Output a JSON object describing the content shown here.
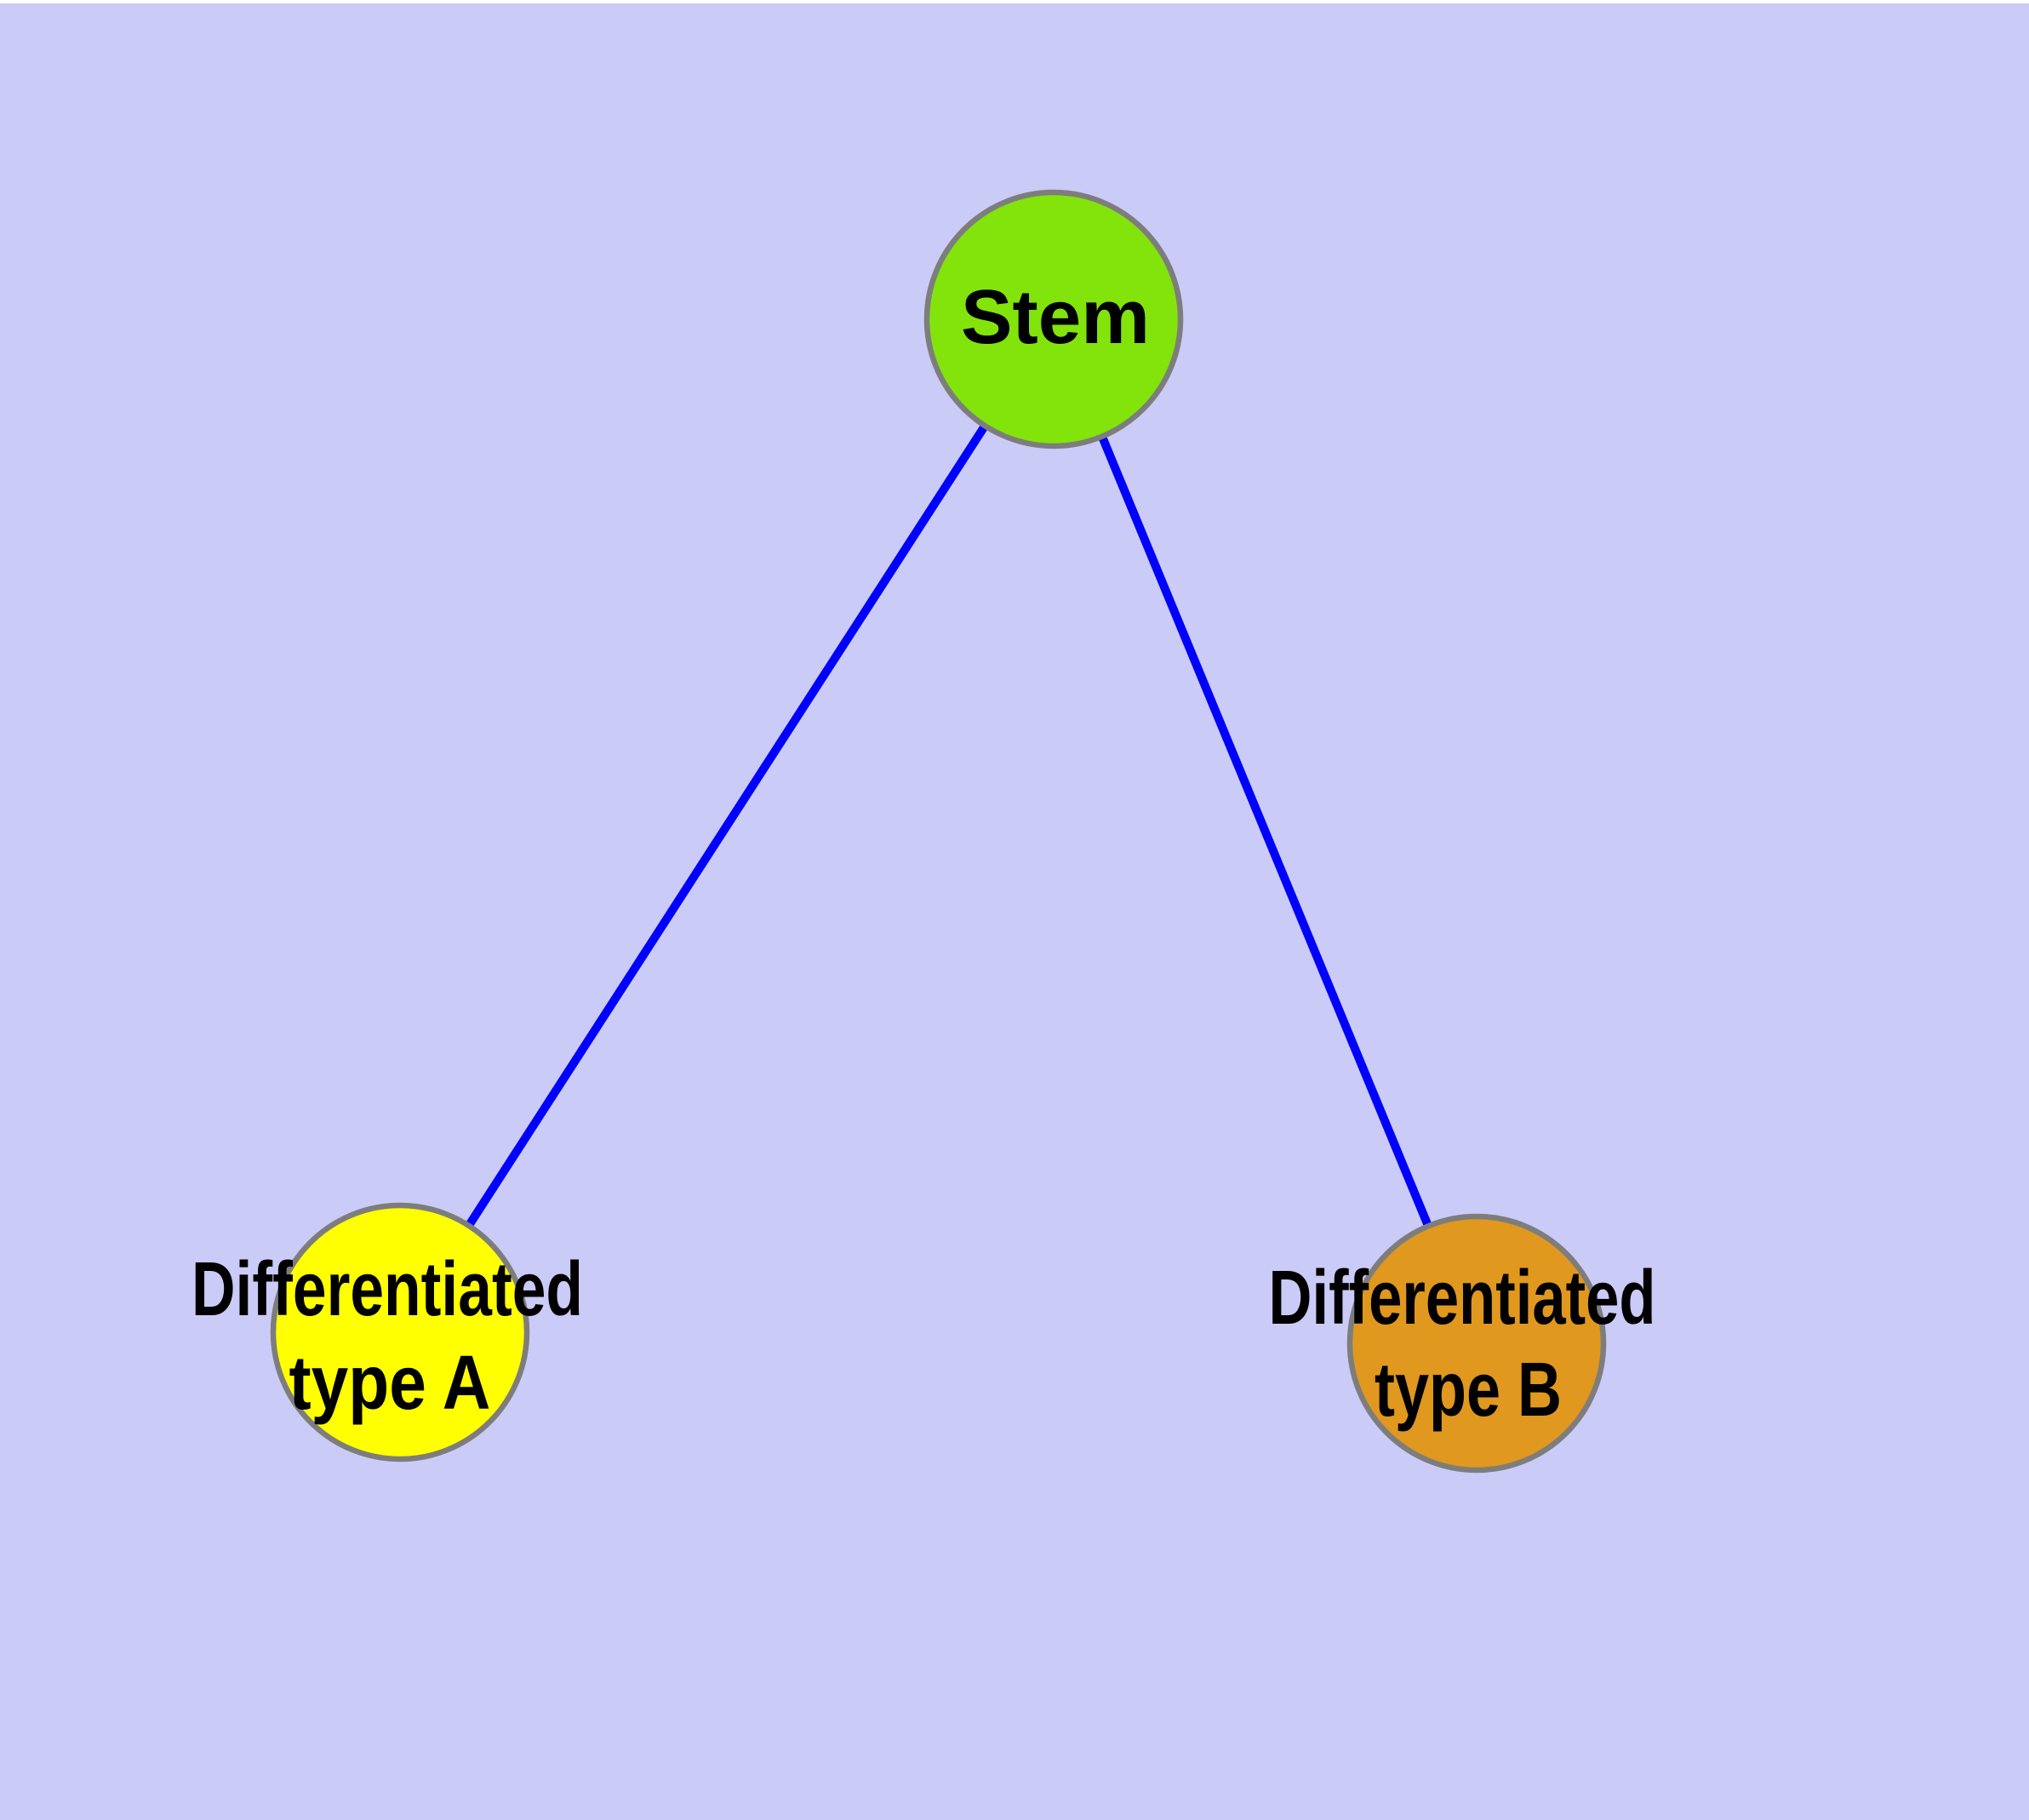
{
  "canvas": {
    "background_color": "#cbcbf7",
    "top_strip_color": "#ffffff",
    "edge_color": "#0000ff",
    "node_border_color": "#7d7d7d"
  },
  "diagram": {
    "type": "node-link-graph",
    "description_visible_text_only": true,
    "nodes": [
      {
        "id": "stem",
        "label": "Stem",
        "label_lines": [
          "Stem"
        ],
        "fill": "#82e40a"
      },
      {
        "id": "differentiated-type-a",
        "label": "Differentiated type A",
        "label_lines": [
          "Differentiated",
          "type A"
        ],
        "fill": "#ffff00"
      },
      {
        "id": "differentiated-type-b",
        "label": "Differentiated type B",
        "label_lines": [
          "Differentiated",
          "type B"
        ],
        "fill": "#e0981e"
      }
    ],
    "edges": [
      {
        "from": "stem",
        "to": "differentiated-type-a"
      },
      {
        "from": "stem",
        "to": "differentiated-type-b"
      }
    ]
  },
  "nodes": [
    {
      "label_lines": [
        "Stem"
      ],
      "fill": "#82e40a"
    },
    {
      "label_lines": [
        "Differentiated",
        "type A"
      ],
      "fill": "#ffff00"
    },
    {
      "label_lines": [
        "Differentiated",
        "type B"
      ],
      "fill": "#e0981e"
    }
  ]
}
